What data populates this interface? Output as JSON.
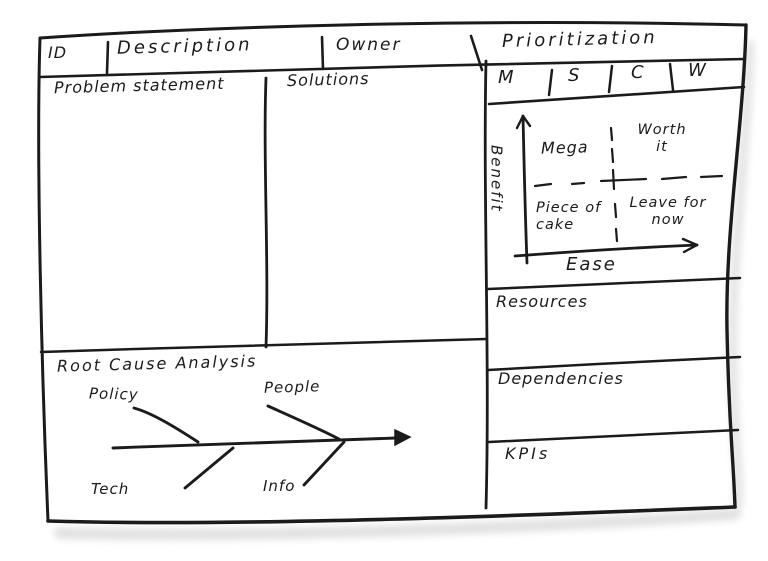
{
  "header": {
    "id": "ID",
    "description": "Description",
    "owner": "Owner",
    "prioritization": "Prioritization"
  },
  "body": {
    "problem_label": "Problem statement",
    "solutions_label": "Solutions"
  },
  "root_cause": {
    "title": "Root Cause Analysis",
    "branch_top_left": "Policy",
    "branch_top_right": "People",
    "branch_bottom_left": "Tech",
    "branch_bottom_right": "Info"
  },
  "moscow": {
    "m": "M",
    "s": "S",
    "c": "C",
    "w": "W"
  },
  "matrix": {
    "y_axis": "Benefit",
    "x_axis": "Ease",
    "top_left": "Mega",
    "top_right": "Worth it",
    "bottom_left": "Piece of cake",
    "bottom_right": "Leave for now"
  },
  "sections": {
    "resources": "Resources",
    "dependencies": "Dependencies",
    "kpis": "KPIs"
  },
  "colors": {
    "ink": "#1b1b1b",
    "paper": "#ffffff",
    "shadow": "#e3e3e3"
  }
}
